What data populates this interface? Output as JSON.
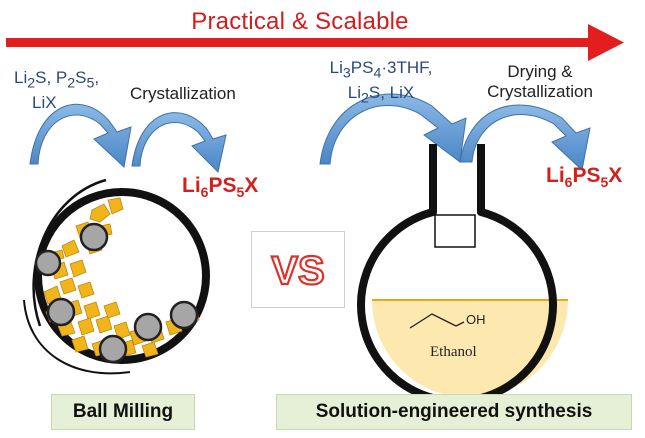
{
  "banner": {
    "text": "Practical & Scalable"
  },
  "left": {
    "reagents_line1": "Li",
    "reagents_line1_sub": "2",
    "reagents_line1_rest": "S, P",
    "reagents_line1_sub2": "2",
    "reagents_line1_s": "S",
    "reagents_line1_sub3": "5",
    "reagents_line1_end": ",",
    "reagents_line2": "LiX",
    "step": "Crystallization",
    "product_main": "Li",
    "product_sub1": "6",
    "product_mid": "PS",
    "product_sub2": "5",
    "product_end": "X",
    "method": "Ball Milling"
  },
  "center": {
    "vs": "VS"
  },
  "right": {
    "reagents_p1": "Li",
    "reagents_s1": "3",
    "reagents_p2": "PS",
    "reagents_s2": "4",
    "reagents_p3": "·3THF,",
    "reagents_line2_a": "Li",
    "reagents_line2_s": "2",
    "reagents_line2_b": "S, LiX",
    "step_line1": "Drying &",
    "step_line2": "Crystallization",
    "product_main": "Li",
    "product_sub1": "6",
    "product_mid": "PS",
    "product_sub2": "5",
    "product_end": "X",
    "solvent_oh": "OH",
    "solvent_name": "Ethanol",
    "method": "Solution-engineered synthesis"
  },
  "colors": {
    "banner_red": "#d31c1c",
    "arrow_blue": "#5b9bd5",
    "particle_yellow": "#f2b41b",
    "ball_gray": "#a6a6a6",
    "solution_yellow": "#fde9b0",
    "label_green": "#e6f0d7"
  }
}
